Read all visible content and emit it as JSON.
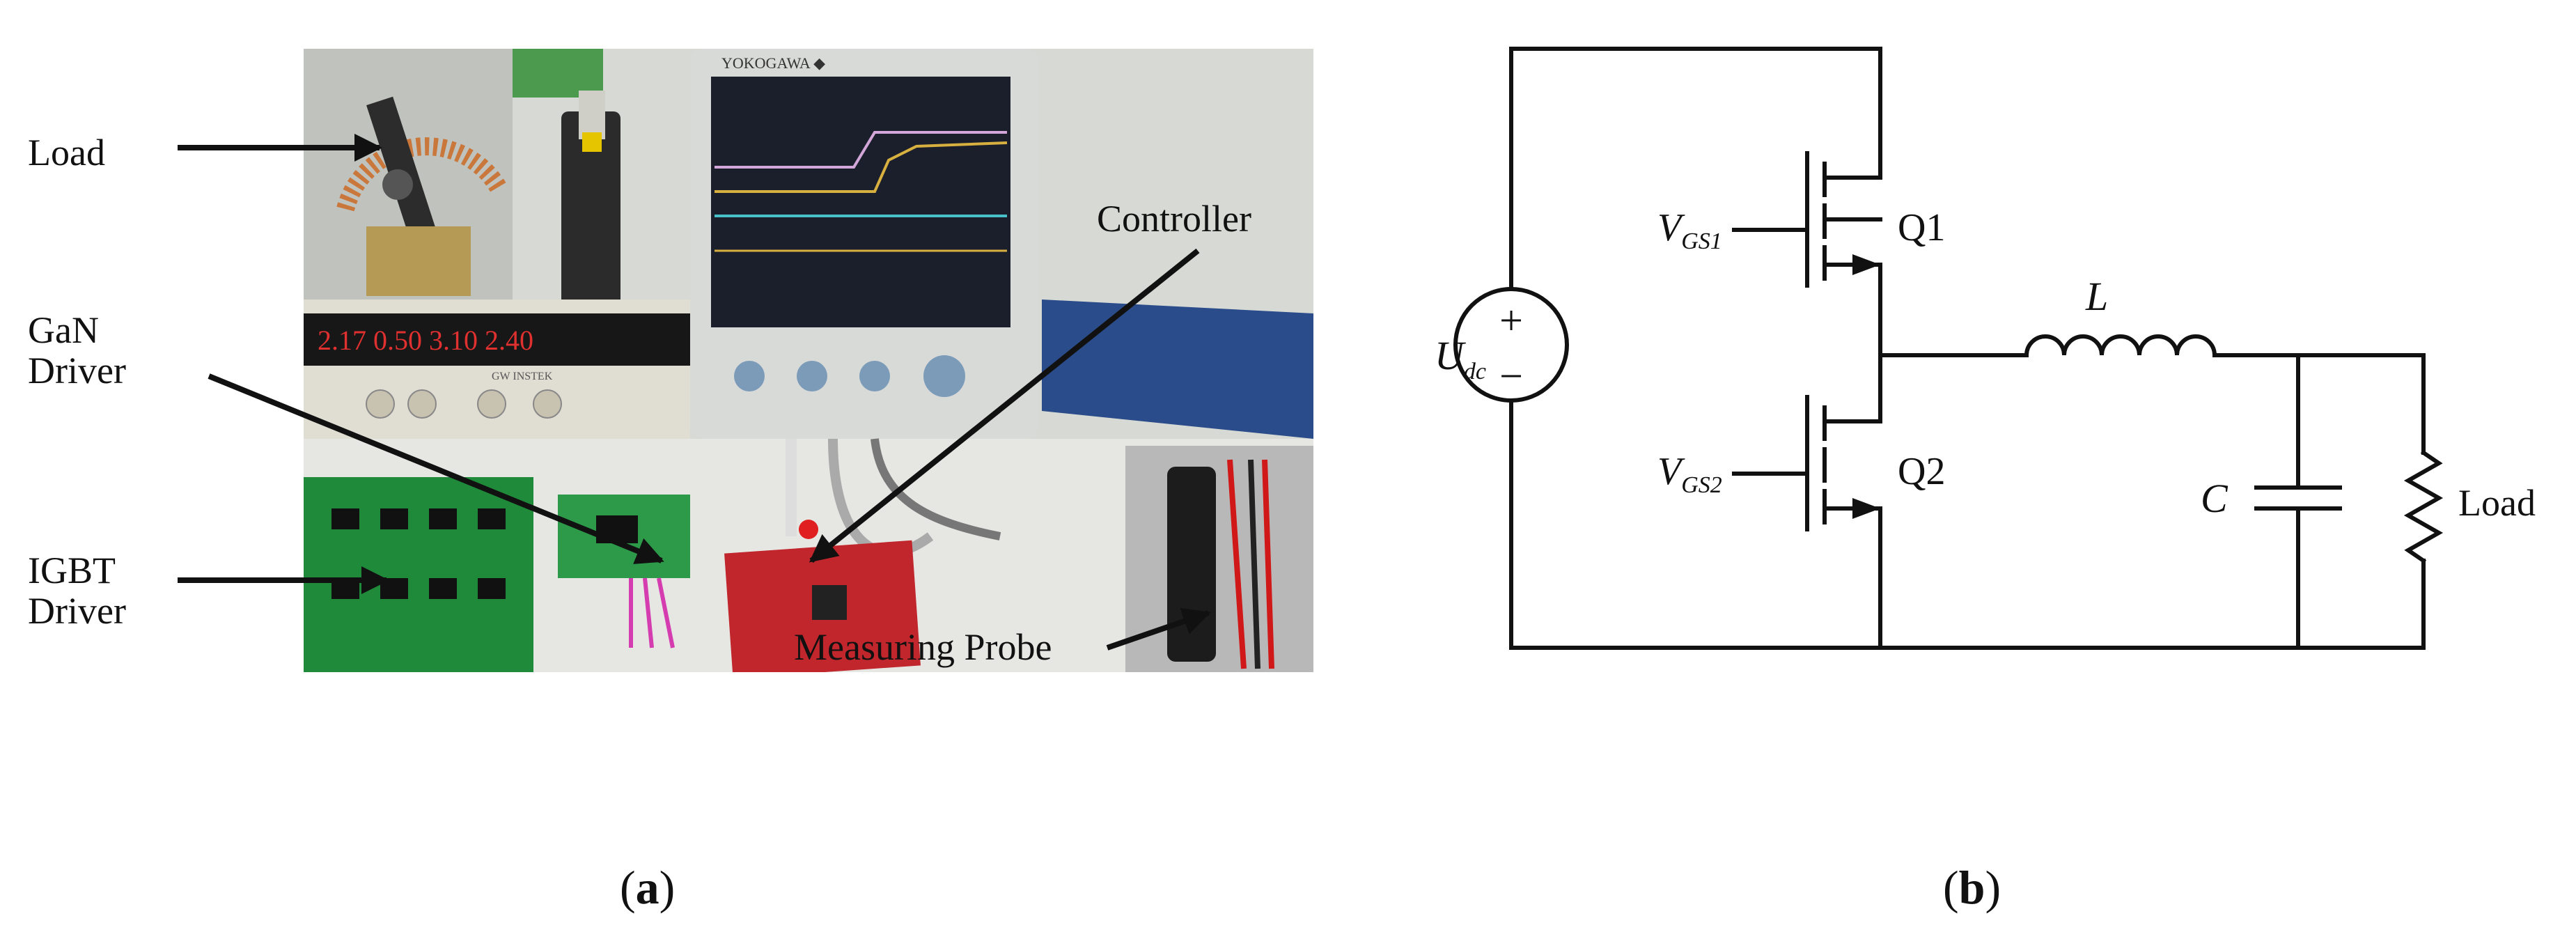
{
  "panel_a": {
    "caption_letter": "a",
    "labels": {
      "load": "Load",
      "gan_driver_line1": "GaN",
      "gan_driver_line2": "Driver",
      "igbt_driver_line1": "IGBT",
      "igbt_driver_line2": "Driver",
      "controller": "Controller",
      "measuring_probe": "Measuring Probe"
    },
    "photo_text": {
      "scope_brand": "YOKOGAWA ◆",
      "psu_display": "2.17  0.50  3.10  2.40",
      "psu_brand": "GW INSTEK"
    }
  },
  "panel_b": {
    "caption_letter": "b",
    "source": {
      "symbol": "U",
      "subscript": "dc"
    },
    "switches": [
      {
        "name": "Q1",
        "gate": "V",
        "gate_sub": "GS1"
      },
      {
        "name": "Q2",
        "gate": "V",
        "gate_sub": "GS2"
      }
    ],
    "inductor": "L",
    "capacitor": "C",
    "load": "Load",
    "source_signs": {
      "plus": "+",
      "minus": "−"
    }
  },
  "colors": {
    "line": "#111111",
    "pcb_green": "#1f8a3a",
    "pcb_red": "#c0262c",
    "scope_screen": "#1a1f2b"
  }
}
